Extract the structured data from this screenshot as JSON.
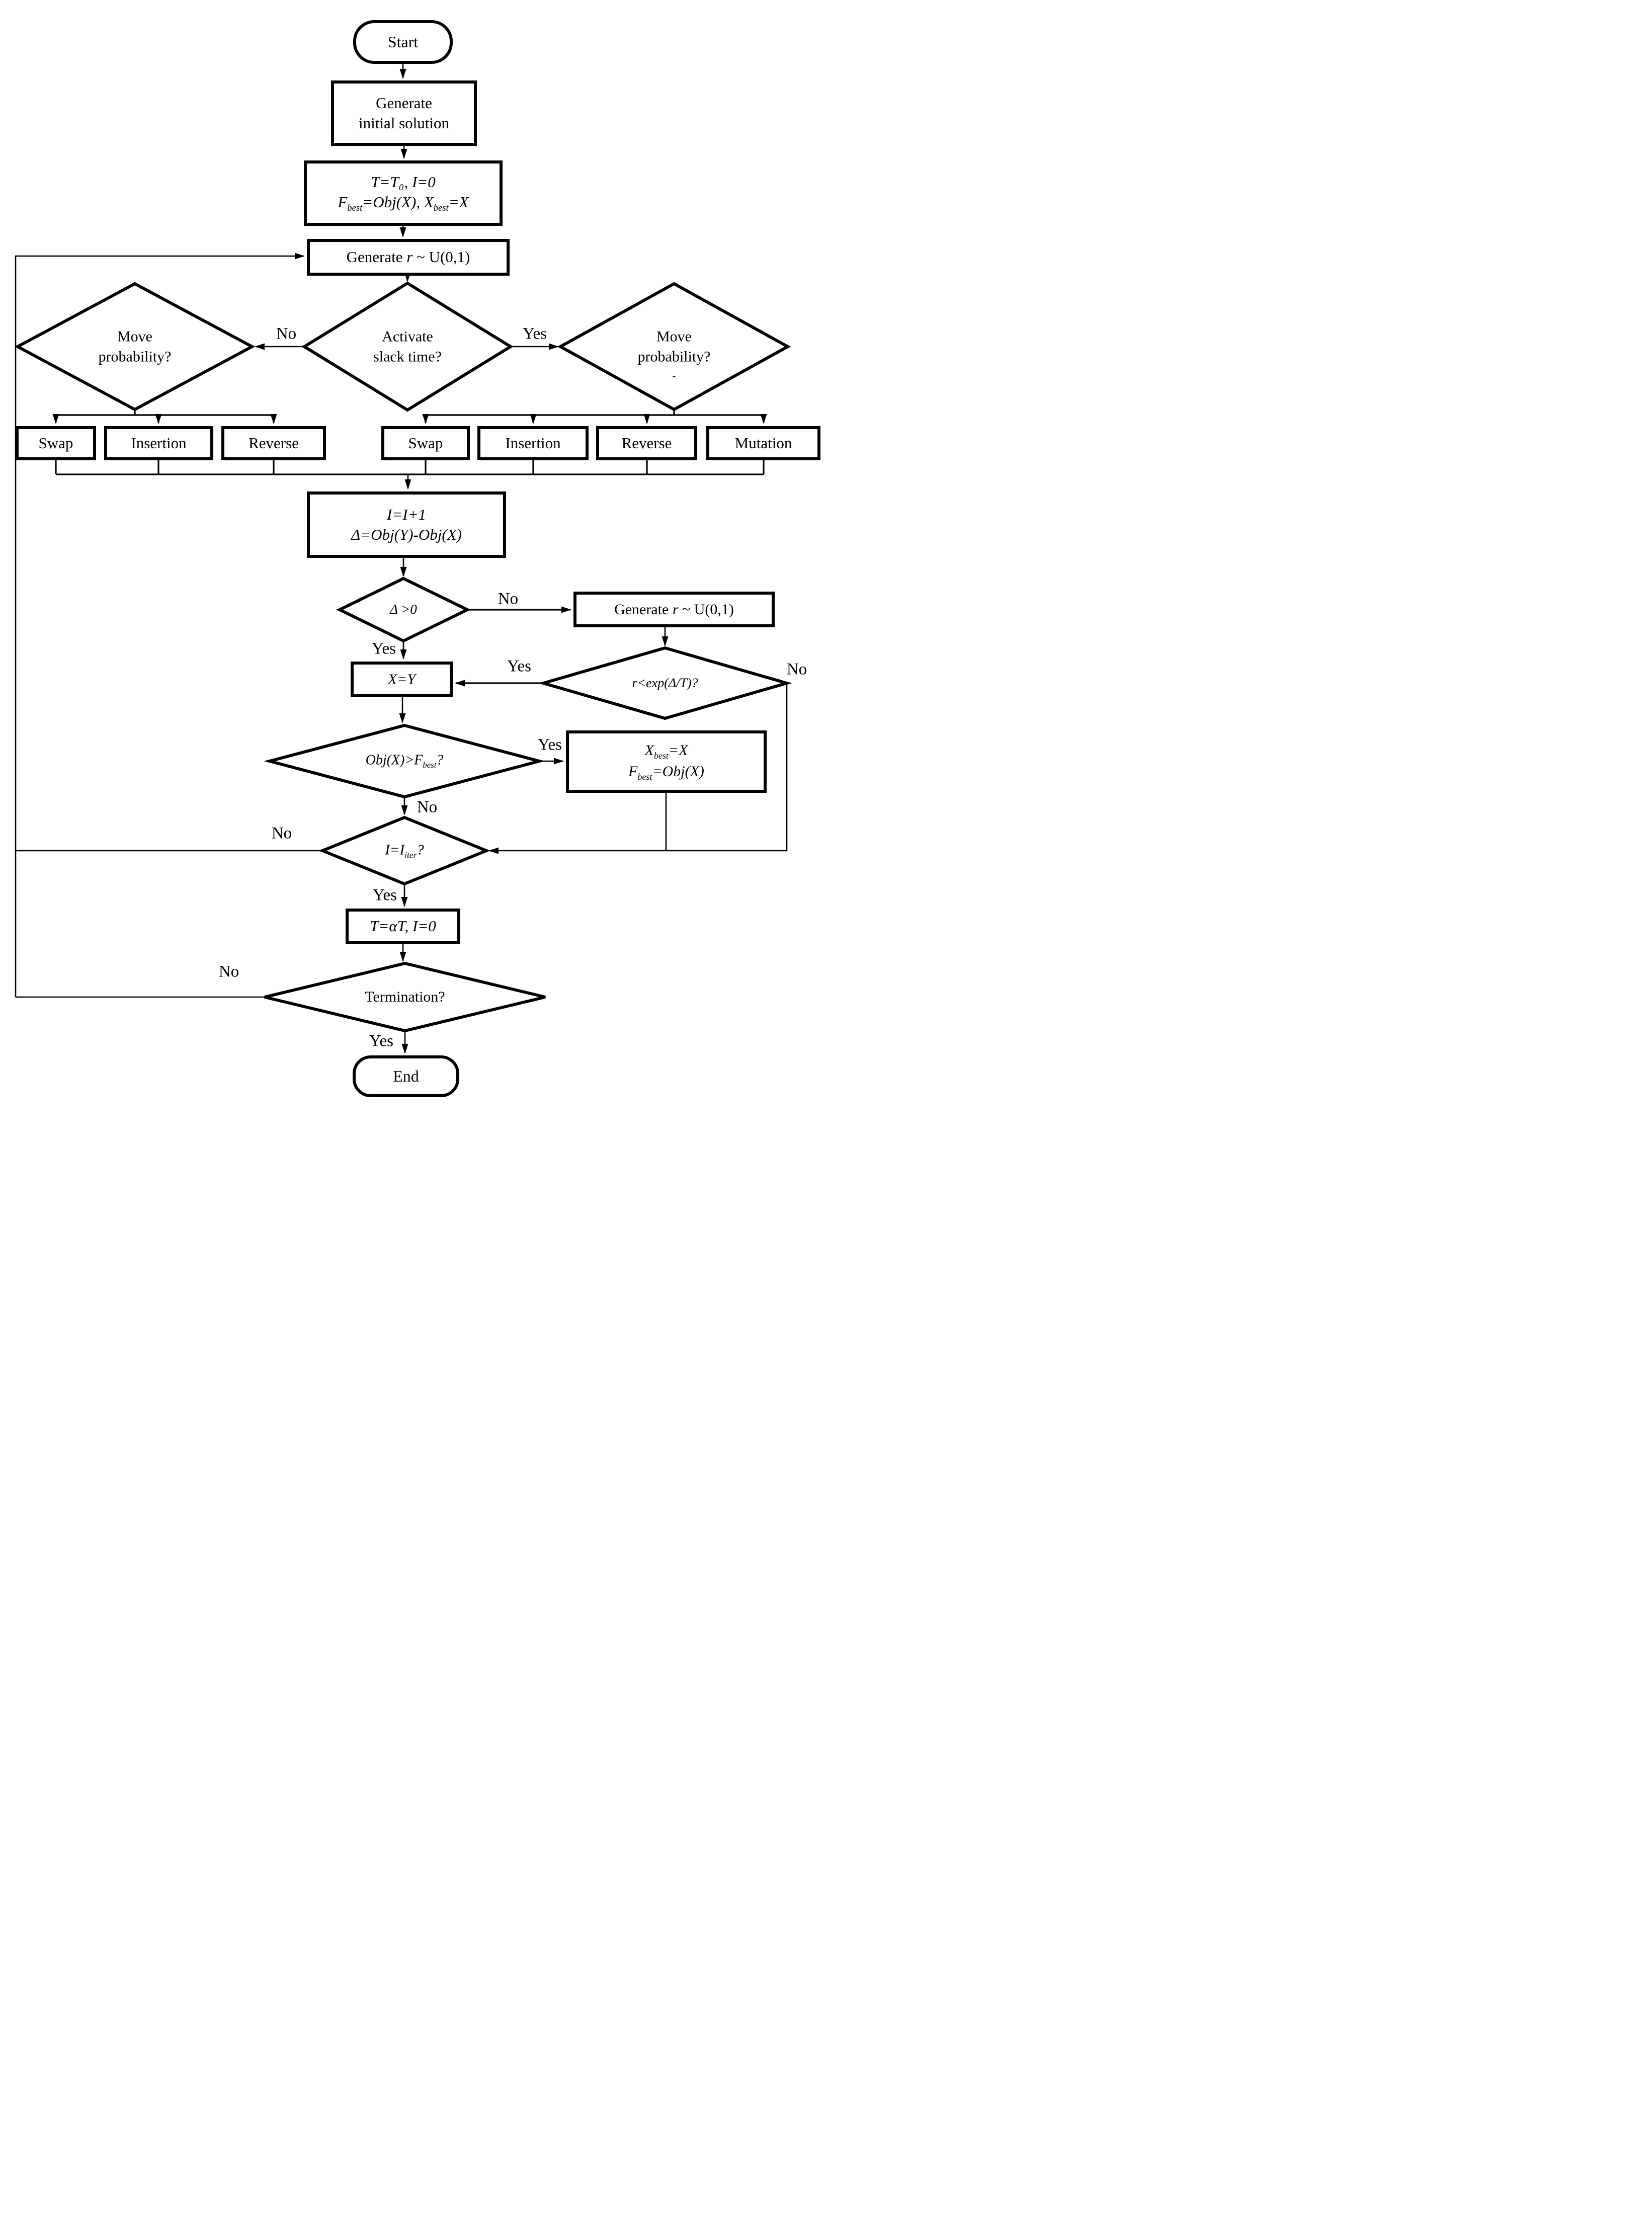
{
  "colors": {
    "ink": "#000000",
    "background": "#ffffff"
  },
  "labels": {
    "yes": "Yes",
    "no": "No"
  },
  "nodes": {
    "start": {
      "label": "Start"
    },
    "generate_initial": {
      "line1": "Generate",
      "line2": "initial solution"
    },
    "initialize": {
      "line1": "T=T₀, I=0",
      "line2": {
        "a": "F",
        "a_sub": "best",
        "b": "=Obj(X), X",
        "b_sub": "best",
        "c": "=X"
      }
    },
    "generate_r_top": {
      "a": "Generate ",
      "b": "r",
      "c": " ~ U(0,1)"
    },
    "activate_slack": {
      "line1": "Activate",
      "line2": "slack time?"
    },
    "move_prob_left": {
      "line1": "Move",
      "line2": "probability?"
    },
    "move_prob_right": {
      "line1": "Move",
      "line2": "probability?",
      "line3": "-"
    },
    "swap_left": {
      "label": "Swap"
    },
    "insertion_left": {
      "label": "Insertion"
    },
    "reverse_left": {
      "label": "Reverse"
    },
    "swap_right": {
      "label": "Swap"
    },
    "insertion_right": {
      "label": "Insertion"
    },
    "reverse_right": {
      "label": "Reverse"
    },
    "mutation_right": {
      "label": "Mutation"
    },
    "increment": {
      "line1": "I=I+1",
      "line2": "Δ=Obj(Y)-Obj(X)"
    },
    "delta_check": {
      "label": "Δ >0"
    },
    "generate_r_mid": {
      "a": "Generate ",
      "b": "r",
      "c": " ~ U(0,1)"
    },
    "metropolis": {
      "label": "r<exp(Δ/T)?"
    },
    "accept": {
      "label": "X=Y"
    },
    "best_check": {
      "a": "Obj(X)>F",
      "a_sub": "best",
      "b": "?"
    },
    "update_best": {
      "line1": {
        "a": "X",
        "a_sub": "best",
        "b": "=X"
      },
      "line2": {
        "a": "F",
        "a_sub": "best",
        "b": "=Obj(X)"
      }
    },
    "iter_check": {
      "a": "I=I",
      "a_sub": "iter",
      "b": "?"
    },
    "cool": {
      "label": "T=αT, I=0"
    },
    "termination": {
      "label": "Termination?"
    },
    "end": {
      "label": "End"
    }
  }
}
